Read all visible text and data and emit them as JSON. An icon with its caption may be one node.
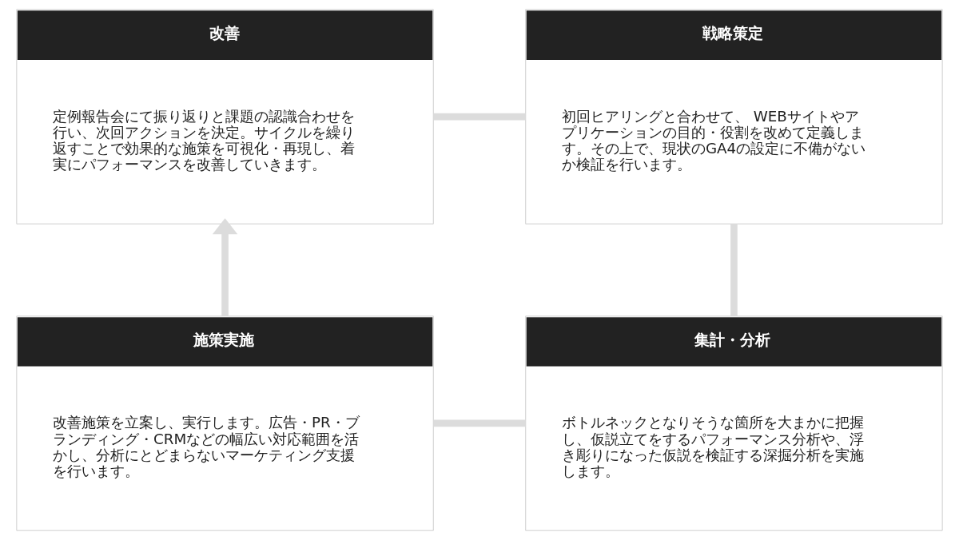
{
  "diagram": {
    "nodes": [
      {
        "text": [
          "改善",
          "定例報告会にて振り返りと課題の認識合わせを行い、次回アクションを決定。サイクルを繰り返すことで効果的な施策を可視化・再現し、着実にパフォーマンスを改善していきます。"
        ]
      },
      {
        "text": [
          "戦略策定",
          "初回ヒアリングと合わせて、 WEBサイトやアプリケーションの目的・役割を改めて定義します。その上で、現状のGA4の設定に不備がないか検証を行います。"
        ]
      },
      {
        "text": [
          "施策実施",
          "改善施策を立案し、実行します。広告・PR・ブランディング・CRMなどの幅広い対応範囲を活かし、分析にとどまらないマーケティング支援を行います。"
        ]
      },
      {
        "text": [
          "集計・分析",
          "ボトルネックとなりそうな箇所を大まかに把握し、仮説立てをするパフォーマンス分析や、浮き彫りになった仮説を検証する深掘分析を実施します。"
        ]
      }
    ],
    "edges": [
      {
        "from": 0,
        "to": 1,
        "arrow": "none"
      },
      {
        "from": 1,
        "to": 3,
        "arrow": "none"
      },
      {
        "from": 3,
        "to": 2,
        "arrow": "none"
      },
      {
        "from": 2,
        "to": 0,
        "arrow": "to"
      }
    ]
  }
}
